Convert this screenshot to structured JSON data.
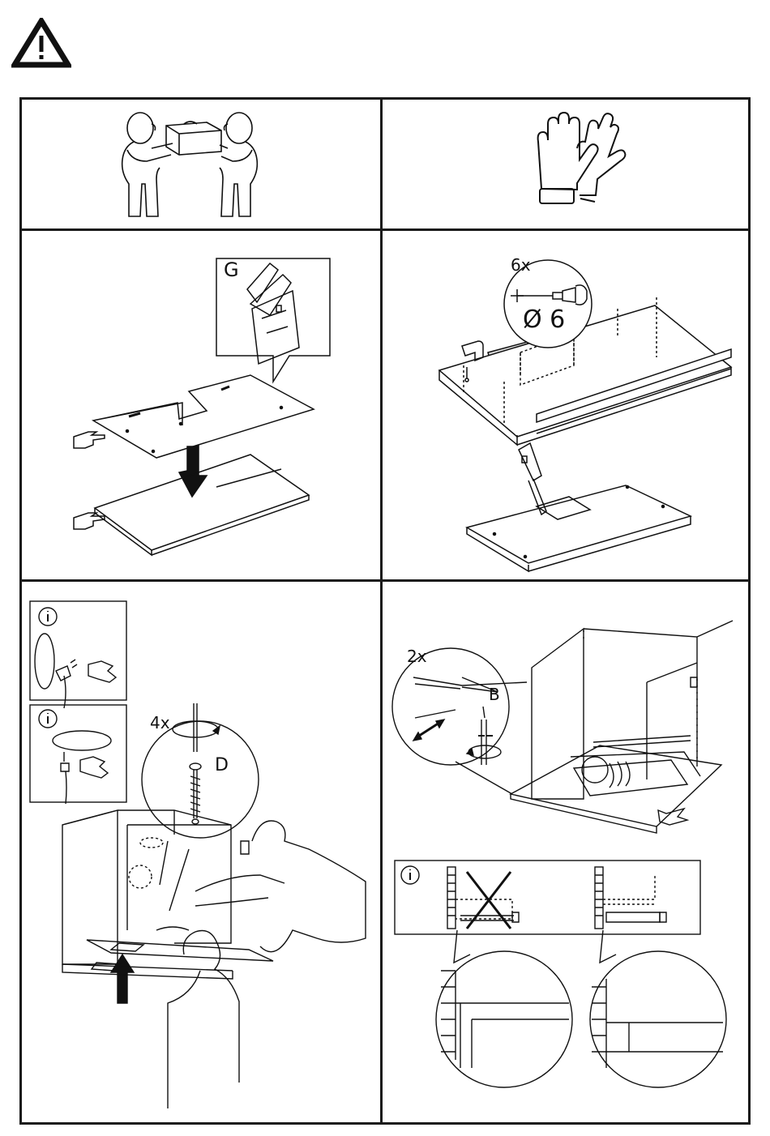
{
  "warning": {
    "icon": "warning-triangle-icon"
  },
  "panel_tl": {
    "icons": [
      "two-person-lift-icon"
    ]
  },
  "panel_tr": {
    "icons": [
      "gloves-icon"
    ]
  },
  "panel_ml": {
    "booklet_label": "G",
    "icons": [
      "booklet-icon",
      "hand-point-icon",
      "arrow-down-icon"
    ]
  },
  "panel_mr": {
    "count_label": "6x",
    "diameter_label": "Ø 6",
    "icons": [
      "drill-icon",
      "knife-icon"
    ]
  },
  "panel_bl": {
    "count_label": "4x",
    "part_label": "D",
    "icons": [
      "info-icon",
      "plug-icon",
      "screw-icon",
      "arrow-up-icon"
    ]
  },
  "panel_br": {
    "count_label": "2x",
    "part_label": "B",
    "icons": [
      "info-icon",
      "screwdriver-icon",
      "cross-icon"
    ]
  }
}
